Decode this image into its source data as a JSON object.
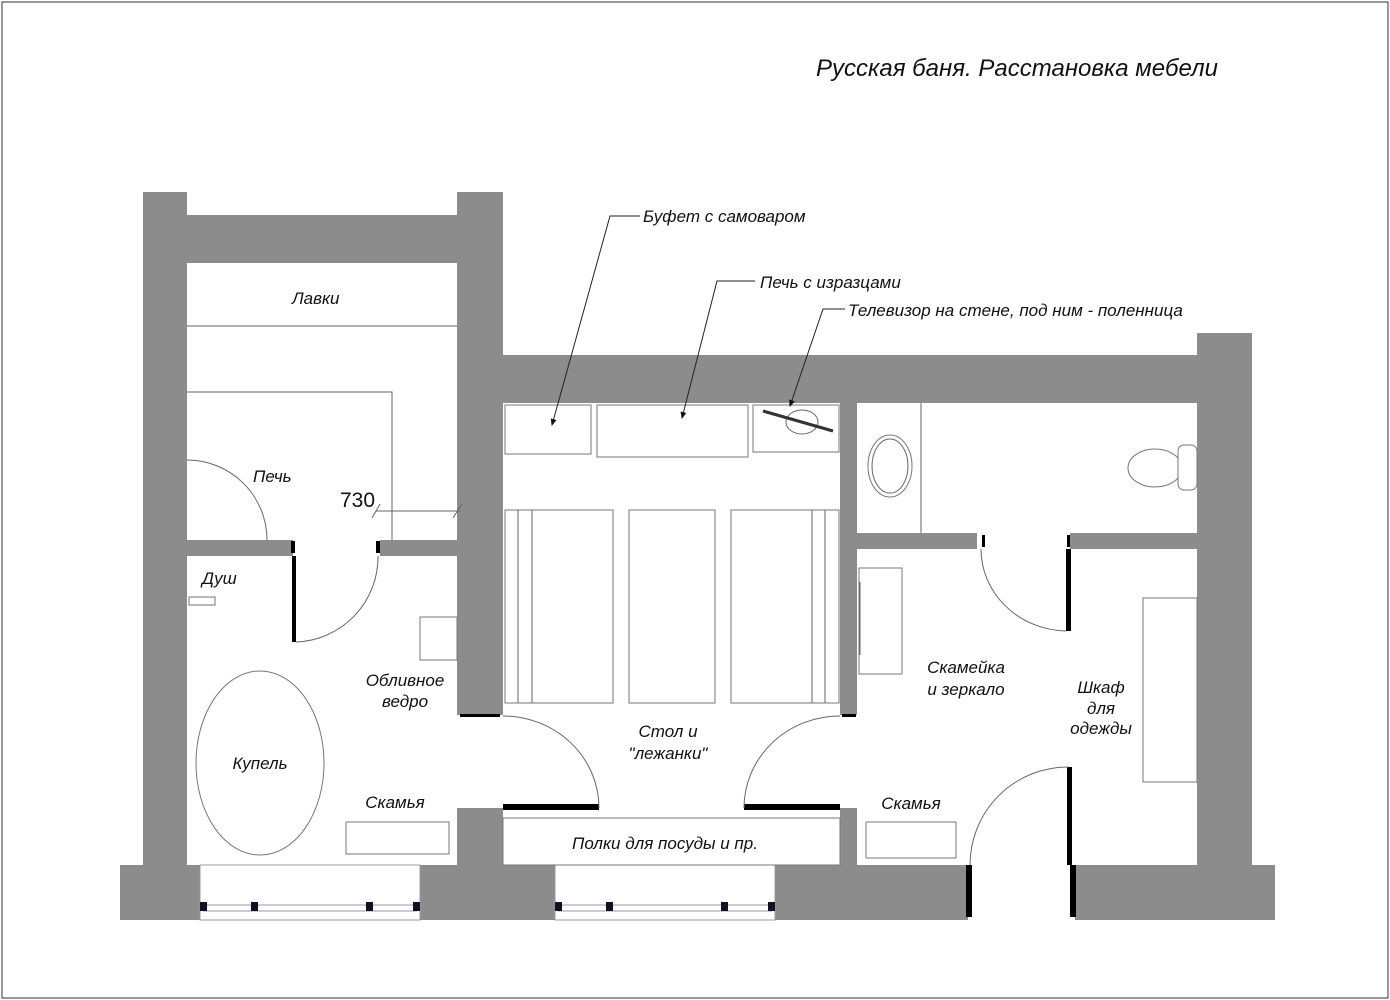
{
  "title": "Русская баня. Расстановка мебели",
  "dimension": "730",
  "labels": {
    "lavki": "Лавки",
    "pech": "Печь",
    "dush": "Душ",
    "oblivnoe_1": "Обливное",
    "oblivnoe_2": "ведро",
    "kupel": "Купель",
    "skamya_left": "Скамья",
    "stol_1": "Стол и",
    "stol_2": "\"лежанки\"",
    "polki": "Полки для посуды и пр.",
    "skameyka_1": "Скамейка",
    "skameyka_2": "и зеркало",
    "shkaf_1": "Шкаф",
    "shkaf_2": "для",
    "shkaf_3": "одежды",
    "skamya_right": "Скамья"
  },
  "callouts": {
    "bufet": "Буфет с самоваром",
    "pech_izrazcy": "Печь с изразцами",
    "tv": "Телевизор на стене, под ним - поленница"
  },
  "colors": {
    "wall": "#8c8c8c",
    "line": "#777777",
    "door_leaf": "#000000"
  }
}
